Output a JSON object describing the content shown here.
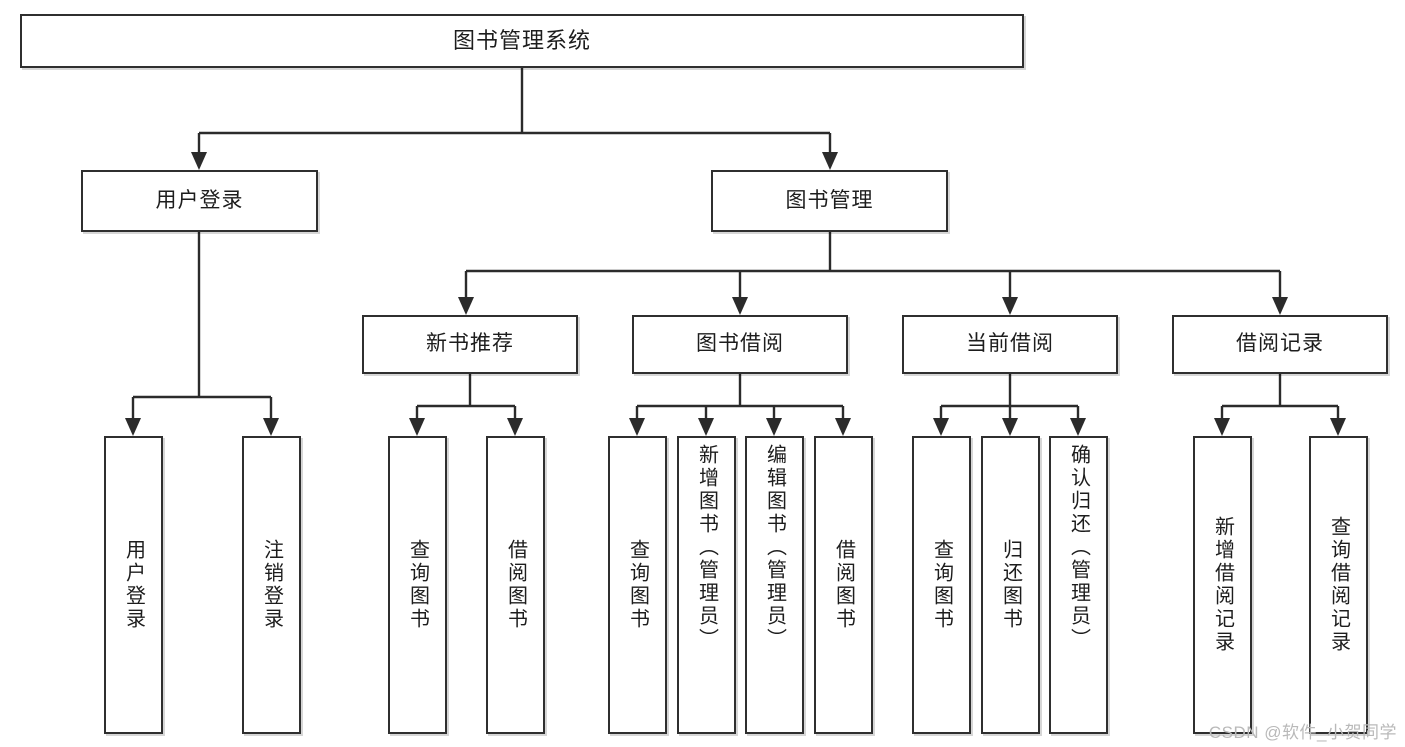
{
  "diagram": {
    "title": "图书管理系统",
    "type": "tree-hierarchy-chart",
    "watermark": "CSDN @软件_小贺同学",
    "colors": {
      "box_border": "#2f2f2f",
      "box_fill": "#ffffff",
      "connector": "#2b2b2b",
      "text": "#1d1d1d",
      "watermark": "#b9b9b9"
    }
  },
  "root": {
    "label": "图书管理系统"
  },
  "level2": [
    {
      "label": "用户登录"
    },
    {
      "label": "图书管理"
    }
  ],
  "level3": [
    {
      "label": "新书推荐"
    },
    {
      "label": "图书借阅"
    },
    {
      "label": "当前借阅"
    },
    {
      "label": "借阅记录"
    }
  ],
  "leaves": {
    "user_login": [
      {
        "label": "用户登录"
      },
      {
        "label": "注销登录"
      }
    ],
    "new_book_recommend": [
      {
        "label": "查询图书"
      },
      {
        "label": "借阅图书"
      }
    ],
    "book_borrow": [
      {
        "label": "查询图书"
      },
      {
        "label": "新增图书（管理员）"
      },
      {
        "label": "编辑图书（管理员）"
      },
      {
        "label": "借阅图书"
      }
    ],
    "current_borrow": [
      {
        "label": "查询图书"
      },
      {
        "label": "归还图书"
      },
      {
        "label": "确认归还（管理员）"
      }
    ],
    "borrow_record": [
      {
        "label": "新增借阅记录"
      },
      {
        "label": "查询借阅记录"
      }
    ]
  }
}
